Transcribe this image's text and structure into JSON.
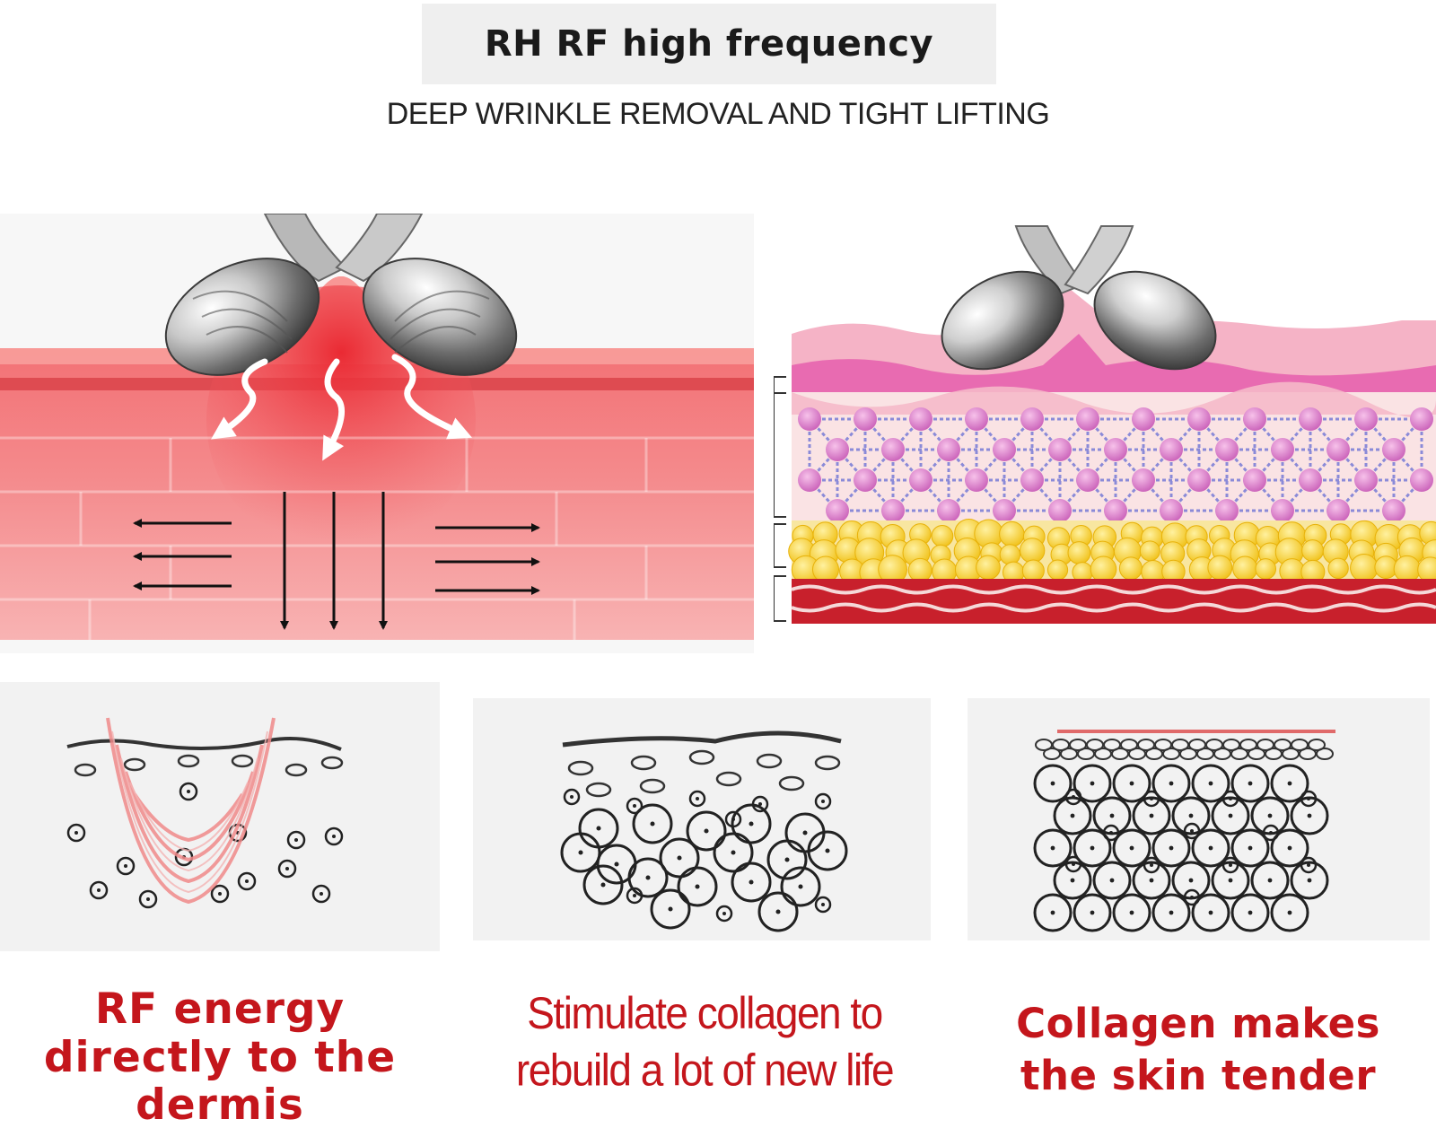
{
  "header": {
    "title": "RH RF high frequency",
    "subtitle": "DEEP WRINKLE REMOVAL AND TIGHT LIFTING"
  },
  "captions": [
    {
      "line1": "RF energy",
      "line2": "directly to the",
      "line3": "dermis"
    },
    {
      "line1": "Stimulate collagen to",
      "line2": "rebuild a lot of new life"
    },
    {
      "line1": "Collagen makes",
      "line2": "the skin tender"
    }
  ],
  "colors": {
    "caption_red": "#c4161c",
    "skin_red": "#ee5a5e",
    "skin_pink": "#f0b8d6",
    "fat_yellow": "#f6d021",
    "muscle_red": "#c8202c"
  }
}
